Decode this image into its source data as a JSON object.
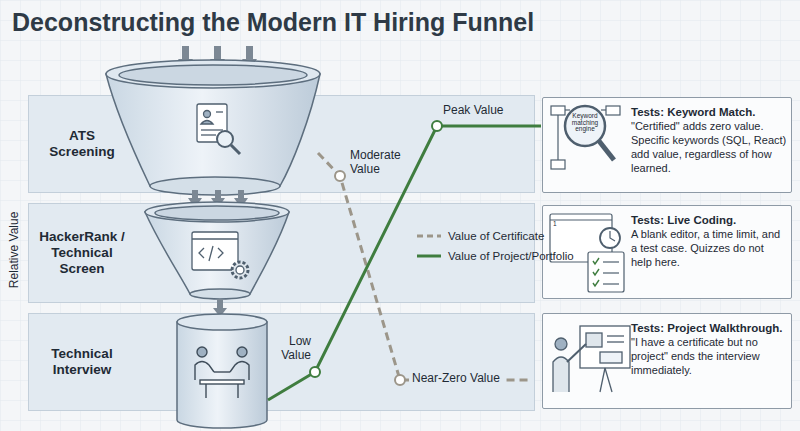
{
  "diagram": {
    "title": "Deconstructing the Modern IT Hiring Funnel",
    "nodes": [
      {
        "text": [
          "ATS Screening"
        ]
      },
      {
        "text": [
          "HackerRank / Technical Screen"
        ]
      },
      {
        "text": [
          "Technical Interview"
        ]
      },
      {
        "text": [
          "Tests: Keyword Match.",
          "\"Certified\" adds zero value. Specific keywords (SQL, React) add value, regardless of how learned."
        ]
      },
      {
        "text": [
          "Tests: Live Coding.",
          "A blank editor, a time limit, and a test case. Quizzes do not help here."
        ]
      },
      {
        "text": [
          "Tests: Project Walkthrough.",
          "\"I have a certificate but no project\" ends the interview immediately."
        ]
      }
    ],
    "labels": [
      "Peak Value",
      "Moderate Value",
      "Low Value",
      "Near-Zero Value",
      "Relative Value",
      "Keyword matching engine",
      "1"
    ],
    "legend": [
      {
        "text": "Value of Certificate"
      },
      {
        "text": "Value of Project/Portfolio"
      }
    ]
  }
}
